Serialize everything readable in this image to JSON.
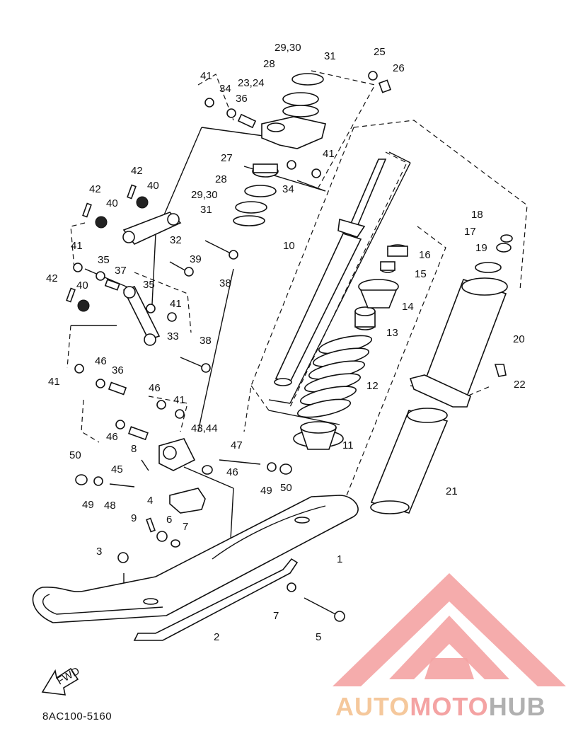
{
  "diagram_code": "8AC100-5160",
  "fwd_label": "FWD",
  "brand": {
    "part1": "AUTO",
    "part2": "MOTO",
    "part3": "HUB",
    "color_auto": "#f5c89c",
    "color_moto": "#f4a3a3",
    "color_hub": "#b0b0b0"
  },
  "callouts": [
    "41",
    "34",
    "36",
    "23,24",
    "28",
    "29,30",
    "31",
    "25",
    "26",
    "41",
    "27",
    "34",
    "28",
    "29,30",
    "31",
    "42",
    "40",
    "42",
    "40",
    "32",
    "39",
    "38",
    "41",
    "35",
    "37",
    "42",
    "40",
    "35",
    "41",
    "33",
    "38",
    "41",
    "46",
    "36",
    "46",
    "41",
    "46",
    "8",
    "43,44",
    "47",
    "50",
    "45",
    "46",
    "49",
    "50",
    "49",
    "48",
    "4",
    "9",
    "6",
    "7",
    "3",
    "1",
    "7",
    "5",
    "2",
    "10",
    "16",
    "15",
    "14",
    "13",
    "12",
    "11",
    "18",
    "17",
    "19",
    "20",
    "22",
    "21"
  ]
}
